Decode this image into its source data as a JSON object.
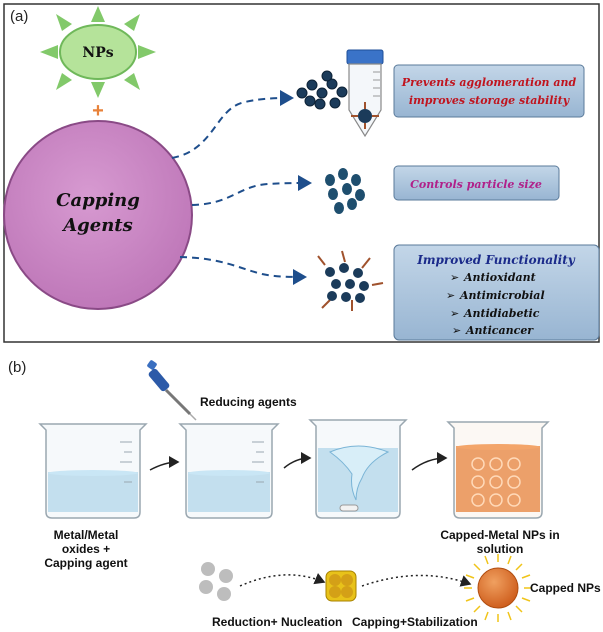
{
  "panel_a": {
    "label": "(a)",
    "nps_label": "NPs",
    "plus_symbol": "+",
    "capping_label_line1": "Capping",
    "capping_label_line2": "Agents",
    "box1": {
      "line1": "Prevents agglomeration and",
      "line2": "improves storage stability",
      "color": "#c0141e"
    },
    "box2": {
      "text": "Controls particle size",
      "color": "#b0208a"
    },
    "box3": {
      "title": "Improved Functionality",
      "title_color": "#1a2a8a",
      "items": [
        "Antioxidant",
        "Antimicrobial",
        "Antidiabetic",
        "Anticancer"
      ]
    }
  },
  "panel_b": {
    "label": "(b)",
    "reducing_agents": "Reducing agents",
    "beaker1_line1": "Metal/Metal",
    "beaker1_line2": "oxides +",
    "beaker1_line3": "Capping agent",
    "beaker4_line1": "Capped-Metal NPs in",
    "beaker4_line2": "solution",
    "reduction_label": "Reduction+ Nucleation",
    "capping_label": "Capping+Stabilization",
    "capped_nps_label": "Capped NPs"
  },
  "colors": {
    "sun_green": "#82c96a",
    "sun_fill": "#b5e39a",
    "capping_purple": "#c98ac4",
    "box_blue": "#a9c3dc",
    "arrow_blue": "#1e4e8c",
    "orange": "#e8823a"
  }
}
